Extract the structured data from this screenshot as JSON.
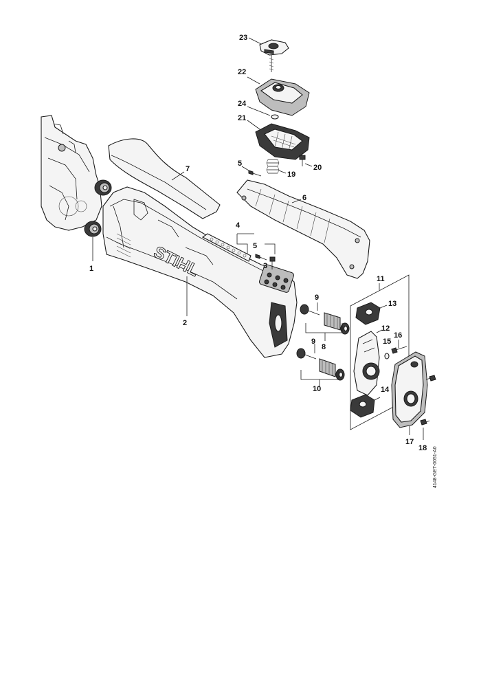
{
  "callouts": {
    "n1": "1",
    "n2": "2",
    "n3": "3",
    "n4": "4",
    "n5a": "5",
    "n5b": "5",
    "n6": "6",
    "n7": "7",
    "n8": "8",
    "n9a": "9",
    "n9b": "9",
    "n10": "10",
    "n11": "11",
    "n12": "12",
    "n13": "13",
    "n14": "14",
    "n15": "15",
    "n16": "16",
    "n17": "17",
    "n18": "18",
    "n19": "19",
    "n20": "20",
    "n21": "21",
    "n22": "22",
    "n23": "23",
    "n24": "24"
  },
  "brand_text": "STIHL",
  "drawing_code": "4148-GET-0051-A0"
}
